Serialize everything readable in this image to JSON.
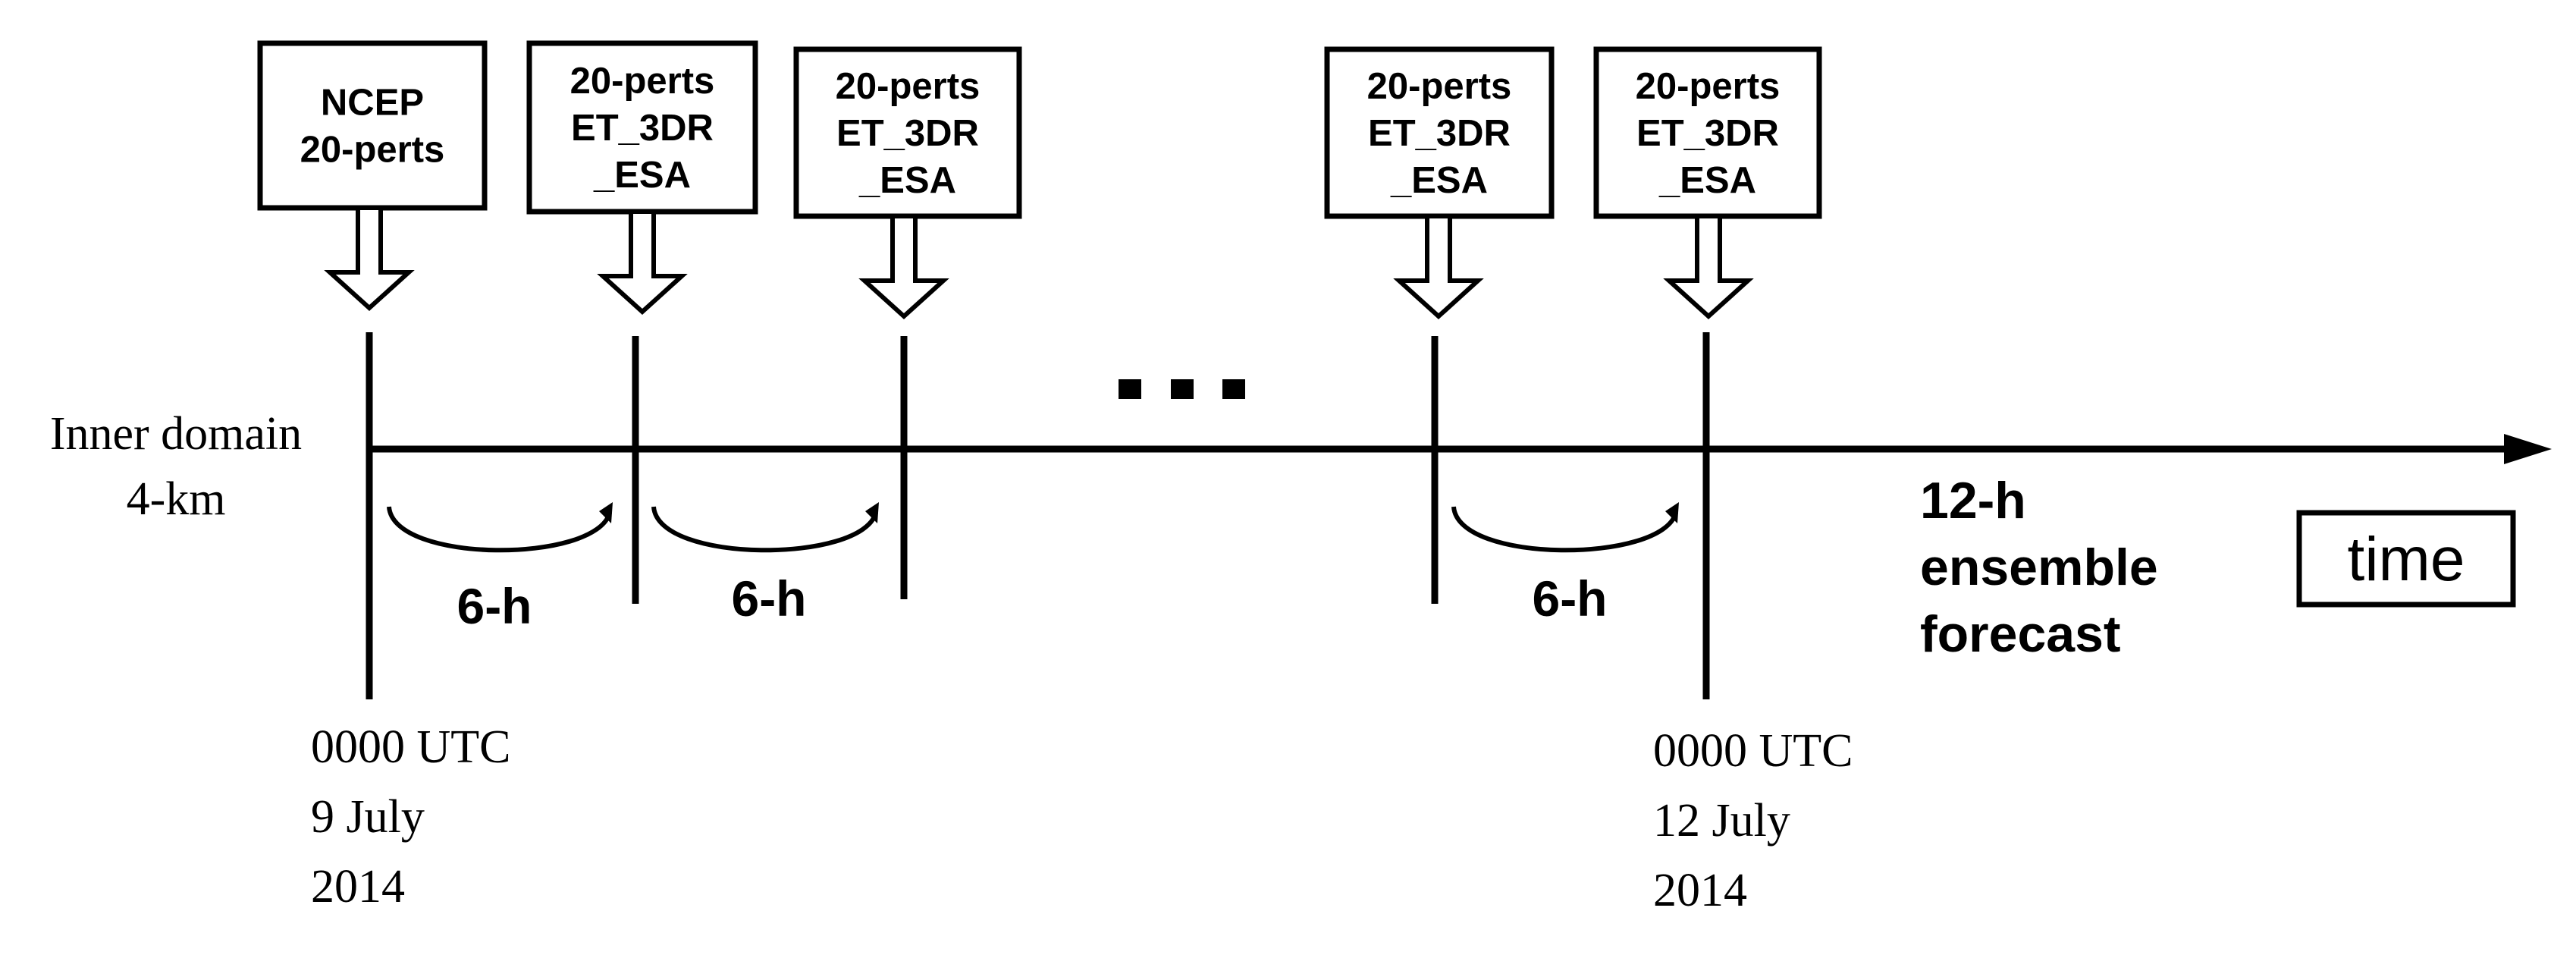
{
  "diagram": {
    "domain_label": [
      "Inner domain",
      "4-km"
    ],
    "boxes": [
      {
        "lines": [
          "NCEP",
          "20-perts"
        ]
      },
      {
        "lines": [
          "20-perts",
          "ET_3DR",
          "_ESA"
        ]
      },
      {
        "lines": [
          "20-perts",
          "ET_3DR",
          "_ESA"
        ]
      },
      {
        "lines": [
          "20-perts",
          "ET_3DR",
          "_ESA"
        ]
      },
      {
        "lines": [
          "20-perts",
          "ET_3DR",
          "_ESA"
        ]
      }
    ],
    "ellipsis": "...",
    "intervals": [
      "6-h",
      "6-h",
      "6-h"
    ],
    "start_date": [
      "0000 UTC",
      "9 July",
      "2014"
    ],
    "end_date": [
      "0000 UTC",
      "12 July",
      "2014"
    ],
    "forecast_label": [
      "12-h",
      "ensemble",
      "forecast"
    ],
    "axis_label": "time"
  }
}
